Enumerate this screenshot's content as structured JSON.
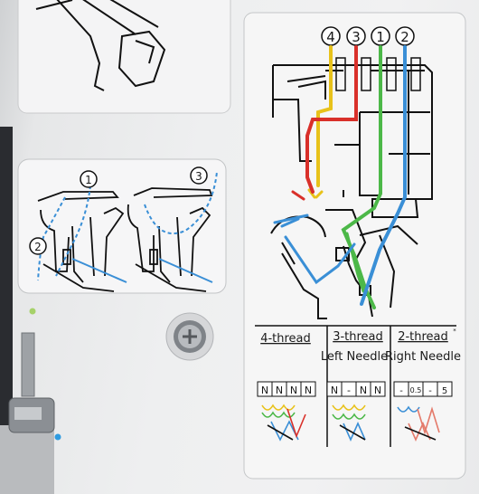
{
  "thread_numbers": {
    "top": [
      "4",
      "3",
      "1",
      "2"
    ],
    "inset_left": [
      "1",
      "2"
    ],
    "inset_right": "3"
  },
  "modes": [
    {
      "title": "4-thread",
      "subtitle": "",
      "settings": [
        "N",
        "N",
        "N",
        "N"
      ]
    },
    {
      "title": "3-thread",
      "subtitle": "Left Needle",
      "settings": [
        "N",
        "-",
        "N",
        "N"
      ]
    },
    {
      "title": "2-thread",
      "title_mark": "*",
      "subtitle": "Right Needle",
      "settings": [
        "-",
        "0.5",
        "-",
        "5"
      ]
    }
  ],
  "colors": {
    "thread_4": "#e8c21a",
    "thread_3": "#d9302a",
    "thread_1": "#4cb848",
    "thread_2": "#3a8fd6",
    "panel": "#f6f6f6"
  }
}
